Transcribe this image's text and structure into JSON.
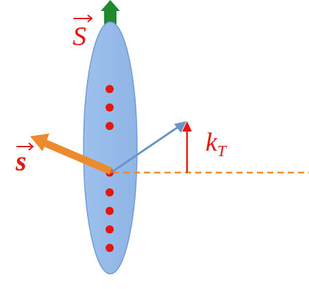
{
  "diagram": {
    "labels": [
      "S",
      "s",
      "k",
      "T"
    ]
  }
}
